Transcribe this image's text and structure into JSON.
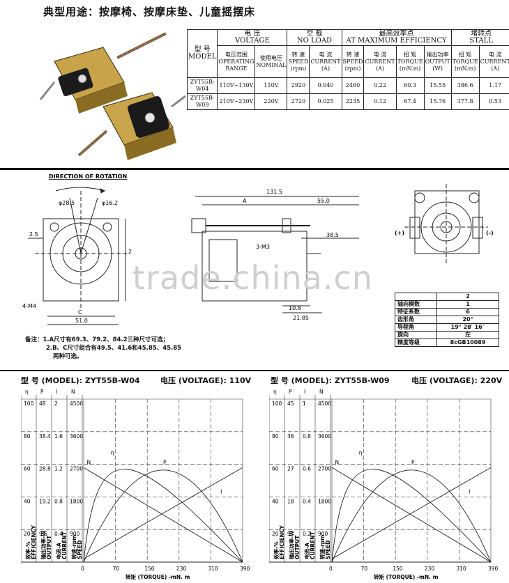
{
  "header": {
    "title": "典型用途：按摩椅、按摩床垫、儿童摇摆床"
  },
  "spec_table": {
    "model_cn": "型 号",
    "model_en": "MODEL",
    "voltage_cn": "电 压",
    "voltage_en": "VOLTAGE",
    "noload_cn": "空 载",
    "noload_en": "NO LOAD",
    "maxeff_cn": "最高效率点",
    "maxeff_en": "AT MAXIMUM EFFICIENCY",
    "stall_cn": "堵转点",
    "stall_en": "STALL",
    "sub": {
      "op_range": [
        "电压范围",
        "OPERATING",
        "RANGE"
      ],
      "nominal": [
        "使用电压",
        "NOMINAL"
      ],
      "speed": [
        "转 速",
        "SPEED",
        "(rpm)"
      ],
      "current": [
        "电 流",
        "CURRENT",
        "(A)"
      ],
      "torque": [
        "扭 矩",
        "TORQUE",
        "(mN.m)"
      ],
      "output": [
        "输出功率",
        "OUTPUT",
        "(W)"
      ],
      "stall_torque": [
        "扭 矩",
        "TORQUE",
        "(mN.m)"
      ]
    },
    "rows": [
      [
        "ZYT55B-W04",
        "110V~130V",
        "110V",
        "2920",
        "0.040",
        "2460",
        "0.22",
        "60.3",
        "15.55",
        "386.6",
        "1.17"
      ],
      [
        "ZYT55B-W09",
        "210V~230V",
        "220V",
        "2720",
        "0.025",
        "2235",
        "0.12",
        "67.4",
        "15.76",
        "377.8",
        "0.53"
      ]
    ]
  },
  "drawing": {
    "direction": "DIRECTION OF ROTATION",
    "d_outer": "φ28.5",
    "d_inner": "φ16.2",
    "dim_25": "2.5",
    "dim_4m4": "4-M4",
    "dim_c": "C",
    "dim_51": "51.0",
    "dim_2": "2",
    "dim_1315": "131.5",
    "dim_a": "A",
    "dim_550": "55.0",
    "dim_385": "38.5",
    "dim_3m3": "3-M3",
    "dim_108": "10.8",
    "dim_2185": "21.85",
    "plus": "(+)",
    "minus": "(-)",
    "watermark": "trade.china.cn"
  },
  "gear_table": [
    [
      "",
      "2"
    ],
    [
      "轴向模数",
      "1"
    ],
    [
      "特征系数",
      "6"
    ],
    [
      "齿形角",
      "20°"
    ],
    [
      "导程角",
      "19° 28′ 16″"
    ],
    [
      "旋向",
      "左"
    ],
    [
      "精度等级",
      "8cGB10089"
    ]
  ],
  "notes": {
    "line1": "备注：1.A尺寸有69.3、79.2、84.2三种尺寸可选；",
    "line2": "2.B、C尺寸组合有49.5、41.6和45.85、45.85",
    "line3": "两种可选。"
  },
  "charts": [
    {
      "model_label": "型 号 (MODEL): ZYT55B-W04",
      "voltage_label": "电压 (VOLTAGE): 110V",
      "head": [
        "η",
        "P",
        "I",
        "N"
      ],
      "cols": [
        [
          "100",
          "80",
          "60",
          "40",
          "20"
        ],
        [
          "48",
          "38.4",
          "28.8",
          "19.2",
          "9.6"
        ],
        [
          "2",
          "1.6",
          "1.2",
          "0.8",
          "0.4"
        ],
        [
          "4500",
          "3600",
          "2700",
          "1800",
          "900"
        ]
      ],
      "vlabels": [
        "效率-%",
        "输出功率-W",
        "电流-A",
        "转速-rpm"
      ],
      "vlabels_en": [
        "EFFICIENCY",
        "OUTPUT",
        "CURRENT",
        "SPEED"
      ],
      "xticks": [
        "0",
        "70",
        "150",
        "230",
        "310",
        "390"
      ],
      "xlabel": "转矩 (TORQUE) -mN. m",
      "curve_labels": [
        "N",
        "η",
        "P",
        "I"
      ]
    },
    {
      "model_label": "型 号 (MODEL): ZYT55B-W09",
      "voltage_label": "电压 (VOLTAGE): 220V",
      "head": [
        "η",
        "P",
        "I",
        "N"
      ],
      "cols": [
        [
          "100",
          "80",
          "60",
          "40",
          "20"
        ],
        [
          "45",
          "36",
          "27",
          "18",
          "9"
        ],
        [
          "1",
          "0.8",
          "0.6",
          "0.4",
          "0.2"
        ],
        [
          "4500",
          "3600",
          "2700",
          "1800",
          "900"
        ]
      ],
      "vlabels": [
        "效率-%",
        "输出功率-W",
        "电流-A",
        "转速-rpm"
      ],
      "vlabels_en": [
        "EFFICIENCY",
        "OUTPUT",
        "CURRENT",
        "SPEED"
      ],
      "xticks": [
        "0",
        "70",
        "150",
        "230",
        "310",
        "390"
      ],
      "xlabel": "转矩 (TORQUE) -mN. m",
      "curve_labels": [
        "N",
        "η",
        "P",
        "I"
      ]
    }
  ]
}
